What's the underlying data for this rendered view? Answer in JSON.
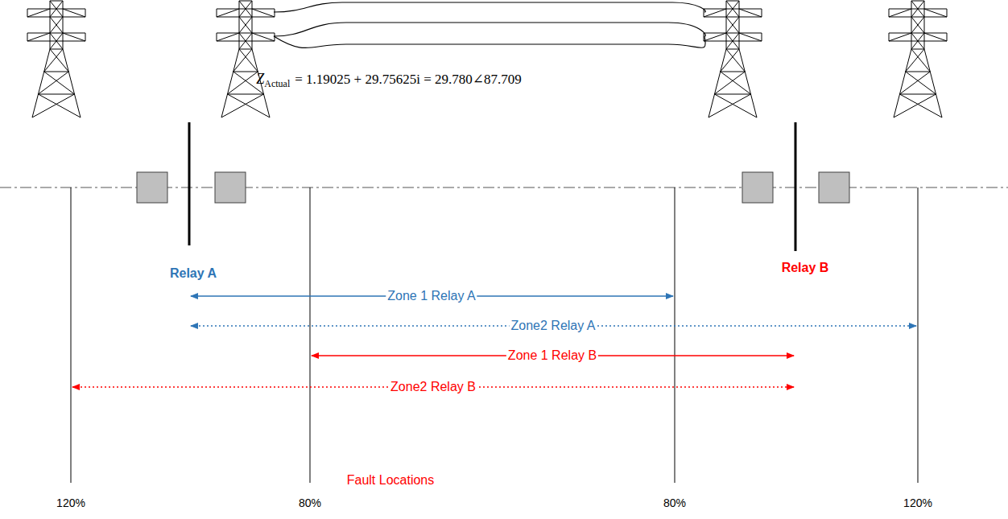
{
  "diagram": {
    "labels": [
      "Z",
      "Actual",
      "= 1.19025 + 29.75625i = 29.780∠87.709",
      "Relay A",
      "Relay B",
      "Zone 1 Relay A",
      "Zone2 Relay A",
      "Zone 1 Relay B",
      "Zone2 Relay B",
      "Fault Locations",
      "120%",
      "80%",
      "80%",
      "120%"
    ]
  }
}
